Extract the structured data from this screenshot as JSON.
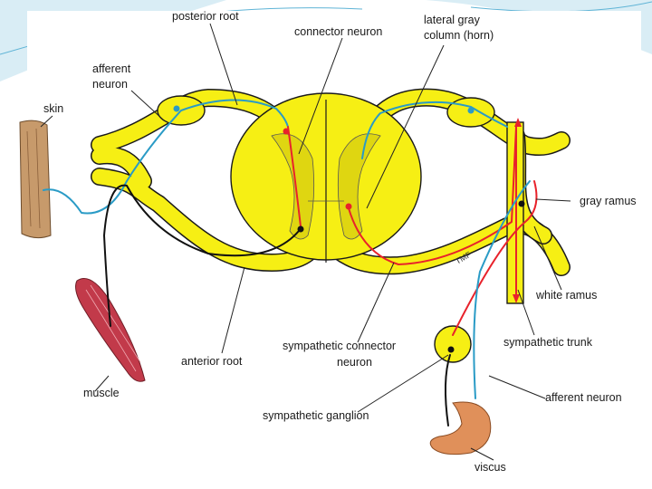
{
  "diagram": {
    "labels": {
      "posterior_root": "posterior root",
      "connector_neuron": "connector neuron",
      "lateral_gray_column_1": "lateral gray",
      "lateral_gray_column_2": "column (horn)",
      "afferent_neuron_top_1": "afferent",
      "afferent_neuron_top_2": "neuron",
      "skin": "skin",
      "gray_ramus": "gray ramus",
      "white_ramus": "white ramus",
      "sympathetic_trunk": "sympathetic trunk",
      "sympathetic_connector_neuron_1": "sympathetic connector",
      "sympathetic_connector_neuron_2": "neuron",
      "anterior_root": "anterior root",
      "muscle": "muscle",
      "sympathetic_ganglion": "sympathetic ganglion",
      "afferent_neuron_bottom": "afferent neuron",
      "viscus": "viscus",
      "artist_initials": "TMF"
    },
    "colors": {
      "cord_yellow": "#f6ef14",
      "afferent_blue": "#2a9bc6",
      "efferent_red": "#e8222b",
      "motor_black": "#111111",
      "muscle_red": "#c23a4a",
      "skin_tan": "#c79a6b",
      "viscus_orange": "#e0905a"
    }
  }
}
